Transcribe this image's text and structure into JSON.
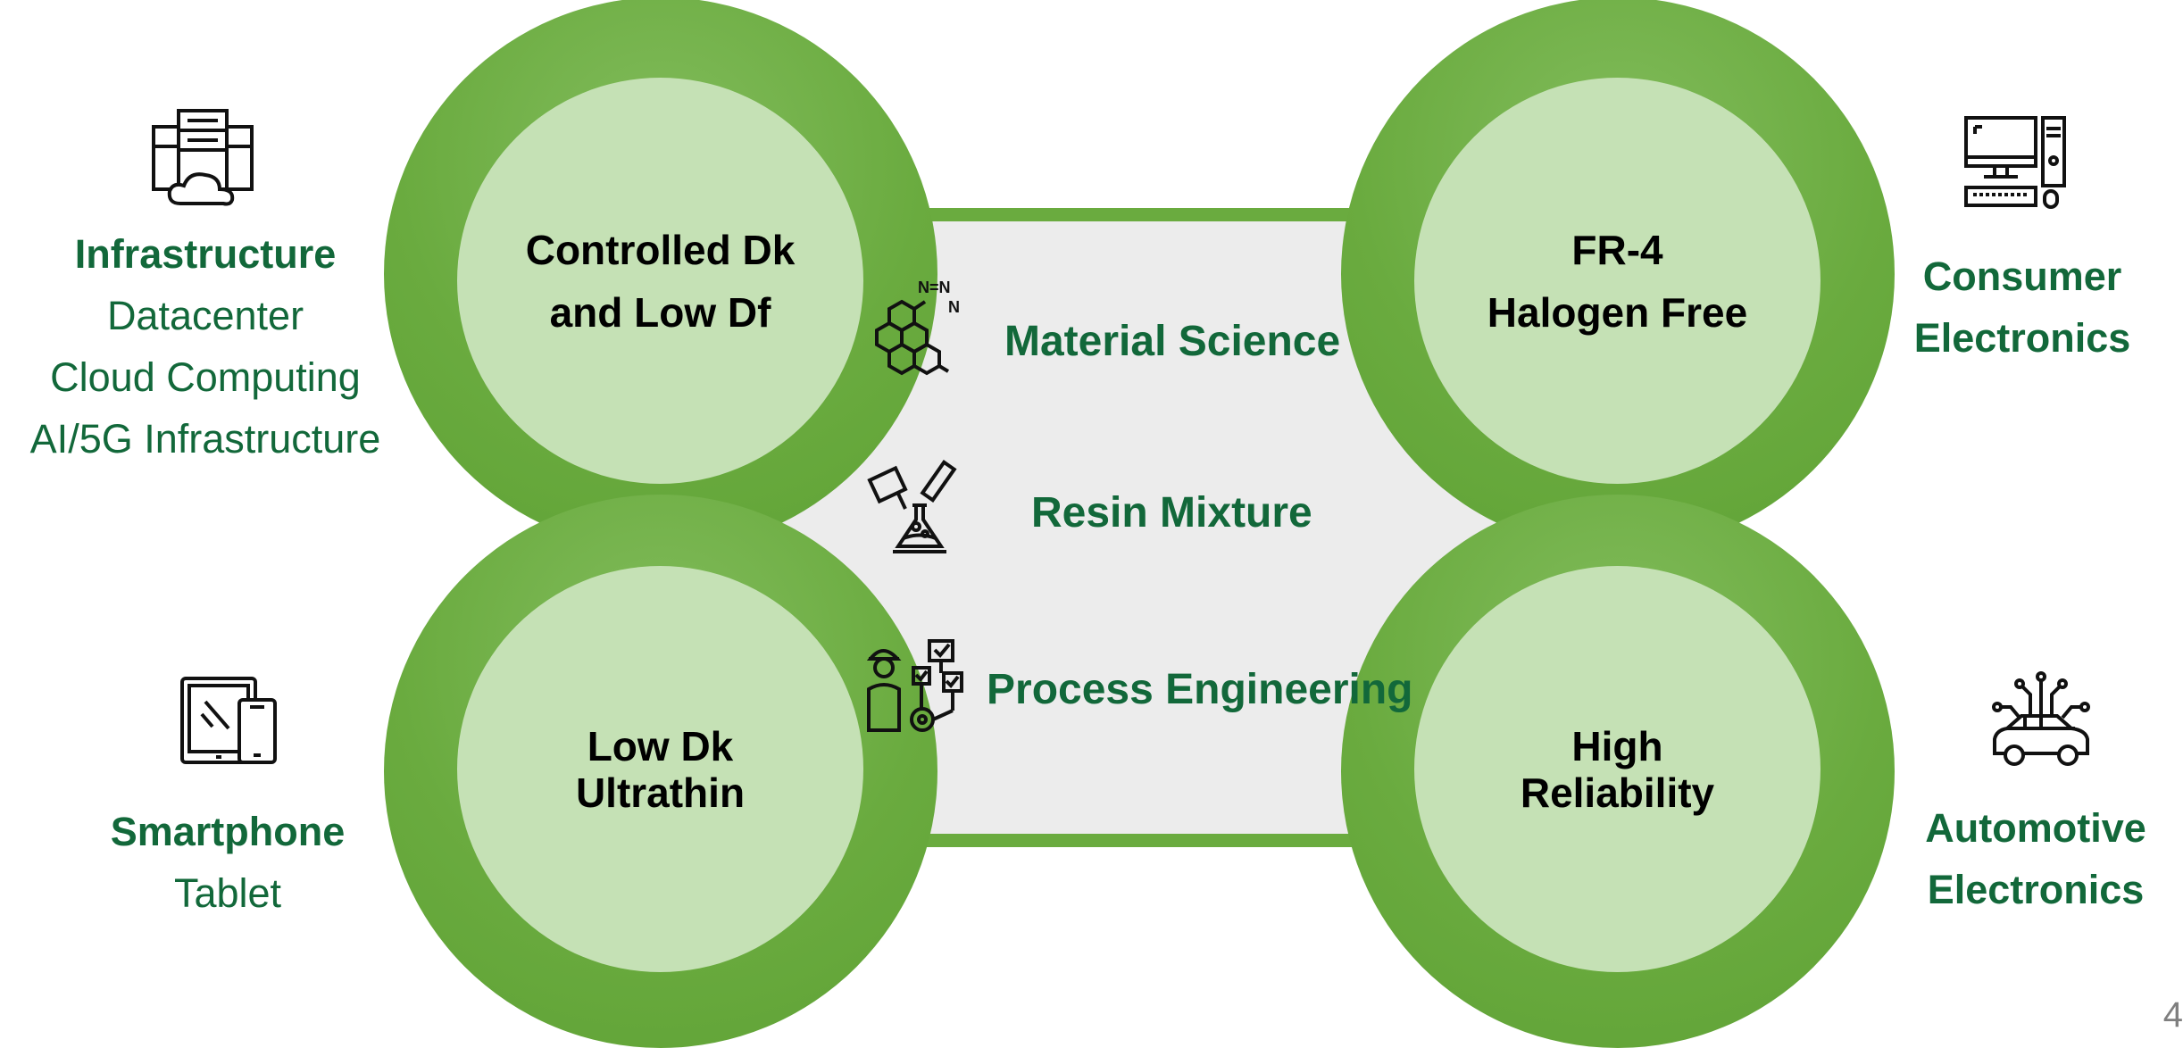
{
  "circles": {
    "top_left": {
      "label": "Controlled Dk\nand Low Df"
    },
    "top_right": {
      "label": "FR-4\nHalogen Free"
    },
    "bottom_left": {
      "label": "Low Dk\nUltrathin"
    },
    "bottom_right": {
      "label": "High\nReliability"
    }
  },
  "center": {
    "items": [
      {
        "label": "Material Science",
        "icon": "molecule-icon"
      },
      {
        "label": "Resin Mixture",
        "icon": "lab-flask-icon"
      },
      {
        "label": "Process Engineering",
        "icon": "engineer-process-icon"
      }
    ]
  },
  "markets": {
    "infrastructure": {
      "icon": "server-cloud-icon",
      "title": "Infrastructure",
      "lines": [
        "Datacenter",
        "Cloud Computing",
        "AI/5G Infrastructure"
      ]
    },
    "consumer": {
      "icon": "desktop-computer-icon",
      "title_lines": [
        "Consumer",
        "Electronics"
      ]
    },
    "smartphone": {
      "icon": "tablet-phone-icon",
      "title": "Smartphone",
      "lines": [
        "Tablet"
      ]
    },
    "automotive": {
      "icon": "connected-car-icon",
      "title_lines": [
        "Automotive",
        "Electronics"
      ]
    }
  },
  "page_number": "4",
  "colors": {
    "ring_green": "#6aab3f",
    "inner_green": "#c5e1b5",
    "text_green": "#12683a",
    "panel_gray": "#ececec"
  }
}
